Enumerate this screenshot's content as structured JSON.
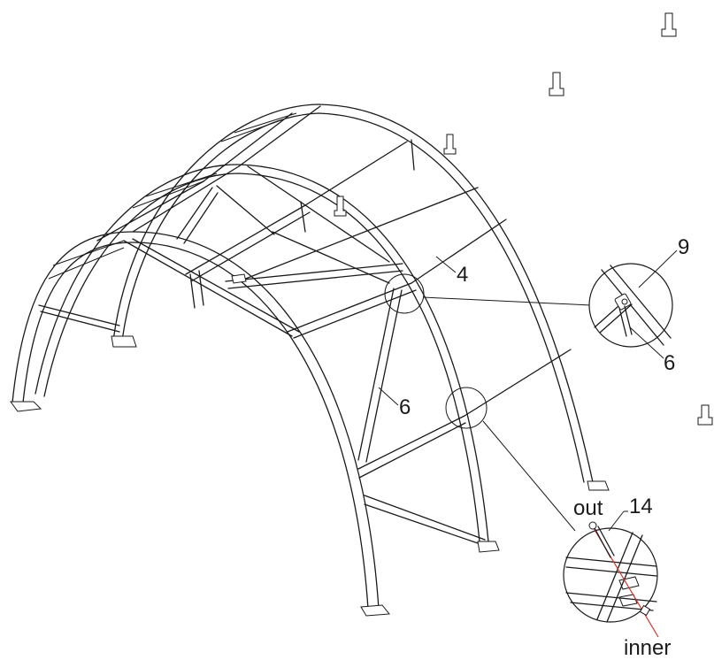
{
  "callouts": {
    "c4": "4",
    "c6": "6",
    "c9": "9",
    "c6_detail": "6",
    "c14": "14"
  },
  "detail_labels": {
    "out": "out",
    "inner": "inner"
  },
  "colors": {
    "line": "#1a1a1a",
    "bolt": "#d9302b",
    "background": "#ffffff"
  }
}
